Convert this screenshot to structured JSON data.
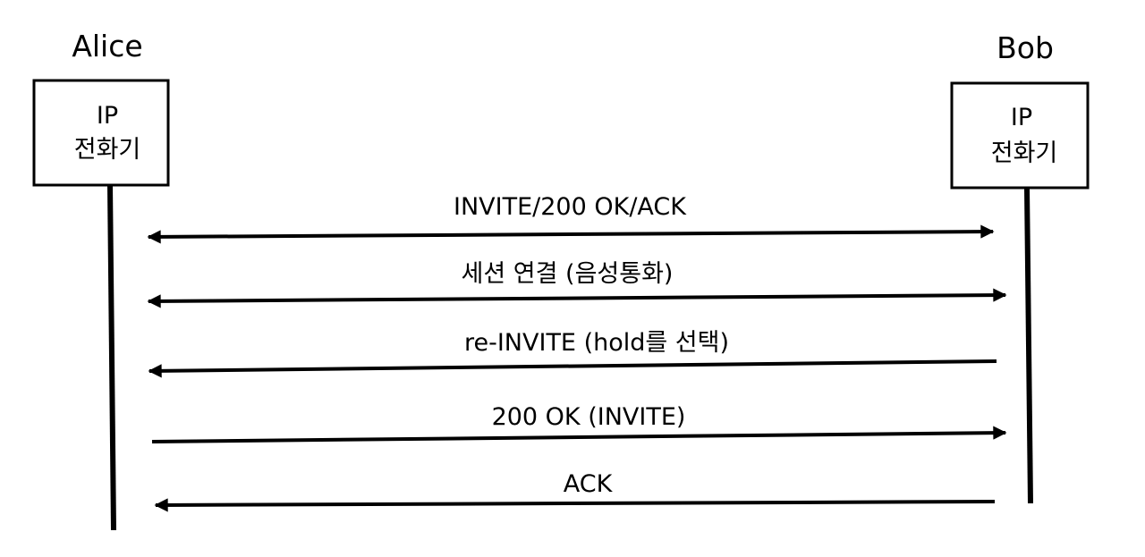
{
  "participants": [
    {
      "name": "Alice",
      "box_line1": "IP",
      "box_line2": "전화기"
    },
    {
      "name": "Bob",
      "box_line1": "IP",
      "box_line2": "전화기"
    }
  ],
  "messages": [
    {
      "label": "INVITE/200 OK/ACK",
      "direction": "both"
    },
    {
      "label": "세션 연결 (음성통화)",
      "direction": "both"
    },
    {
      "label": "re-INVITE (hold를 선택)",
      "direction": "to-left"
    },
    {
      "label": "200 OK (INVITE)",
      "direction": "to-right"
    },
    {
      "label": "ACK",
      "direction": "to-left"
    }
  ],
  "colors": {
    "ink": "#000000",
    "background": "#ffffff"
  }
}
